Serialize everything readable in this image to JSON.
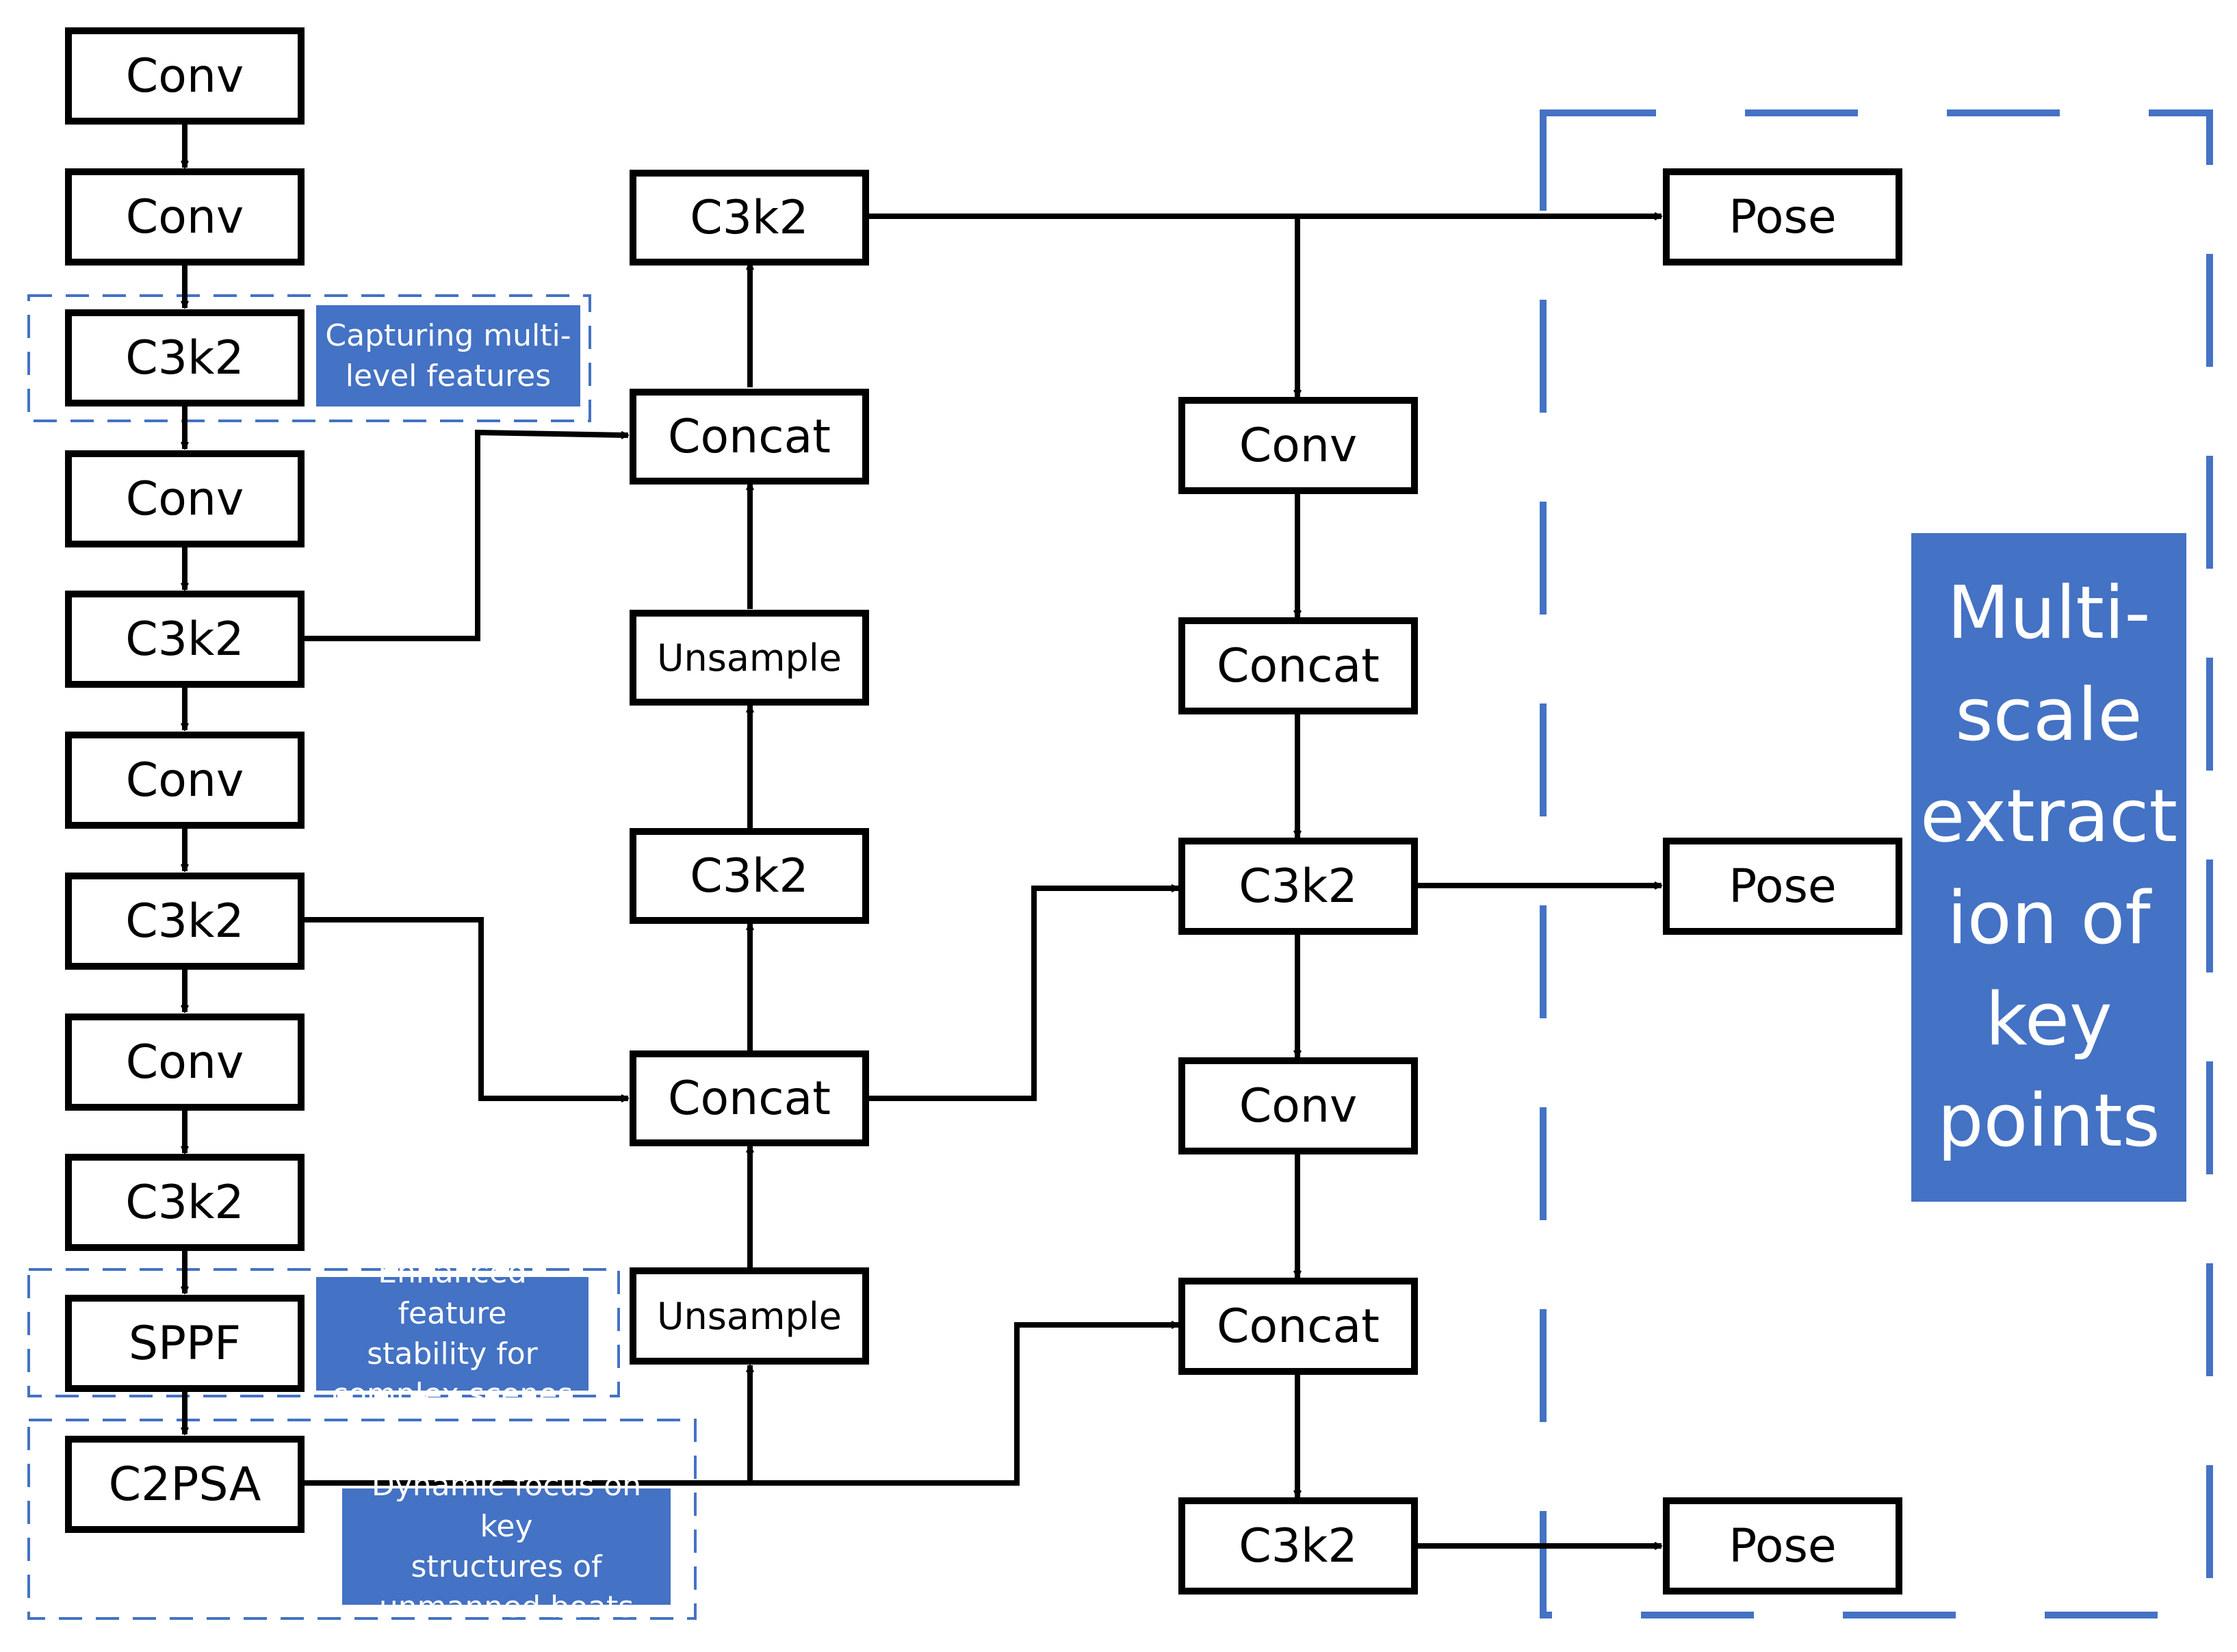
{
  "colors": {
    "accent": "#4472C4",
    "line": "#000000"
  },
  "nodes": {
    "b1": "Conv",
    "b2": "Conv",
    "b3": "C3k2",
    "b4": "Conv",
    "b5": "C3k2",
    "b6": "Conv",
    "b7": "C3k2",
    "b8": "Conv",
    "b9": "C3k2",
    "b10": "SPPF",
    "b11": "C2PSA",
    "m1": "C3k2",
    "m2": "Concat",
    "m3": "Unsample",
    "m4": "C3k2",
    "m5": "Concat",
    "m6": "Unsample",
    "r1": "Conv",
    "r2": "Concat",
    "r3": "C3k2",
    "r4": "Conv",
    "r5": "Concat",
    "r6": "C3k2",
    "p1": "Pose",
    "p2": "Pose",
    "p3": "Pose"
  },
  "notes": {
    "multi_level": "Capturing multi-\nlevel features",
    "stability": "Enhanced feature\nstability for\ncomplex scenes",
    "dynamic_focus": "Dynamic focus on key\nstructures of\nunmanned boats",
    "multiscale": "Multi-\nscale\nextract\nion of\nkey\npoints"
  }
}
